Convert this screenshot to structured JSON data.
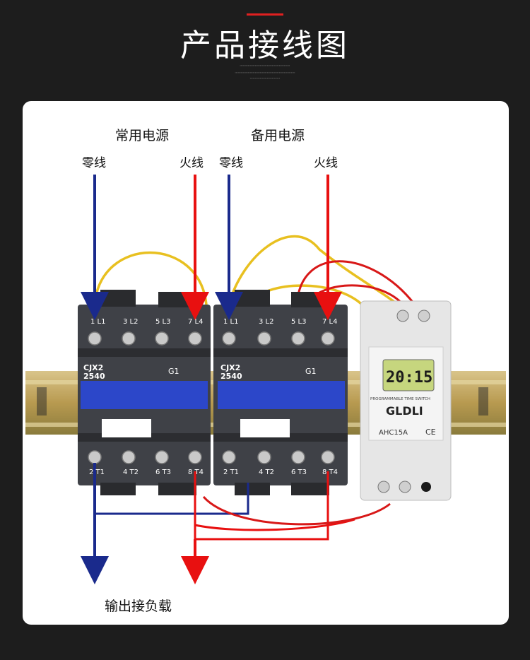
{
  "header": {
    "title": "产品接线图"
  },
  "diagram": {
    "source_normal": "常用电源",
    "source_backup": "备用电源",
    "neutral_1": "零线",
    "live_1": "火线",
    "neutral_2": "零线",
    "live_2": "火线",
    "output": "输出接负载",
    "contactor_model": "CJX2",
    "contactor_rating": "2540",
    "contactor_mark": "G1",
    "terminals_top": [
      "1 L1",
      "3 L2",
      "5 L3",
      "7 L4"
    ],
    "terminals_bottom": [
      "2 T1",
      "4 T2",
      "6 T3",
      "8 T4"
    ],
    "timer_brand": "GLDLI",
    "timer_name": "PROGRAMMABLE TIME SWITCH",
    "timer_model": "AHC15A",
    "timer_time": "20:15",
    "timer_cert": "CE",
    "colors": {
      "neutral": "#1a2a8c",
      "live": "#e81010",
      "bridge": "#e8c020"
    }
  }
}
